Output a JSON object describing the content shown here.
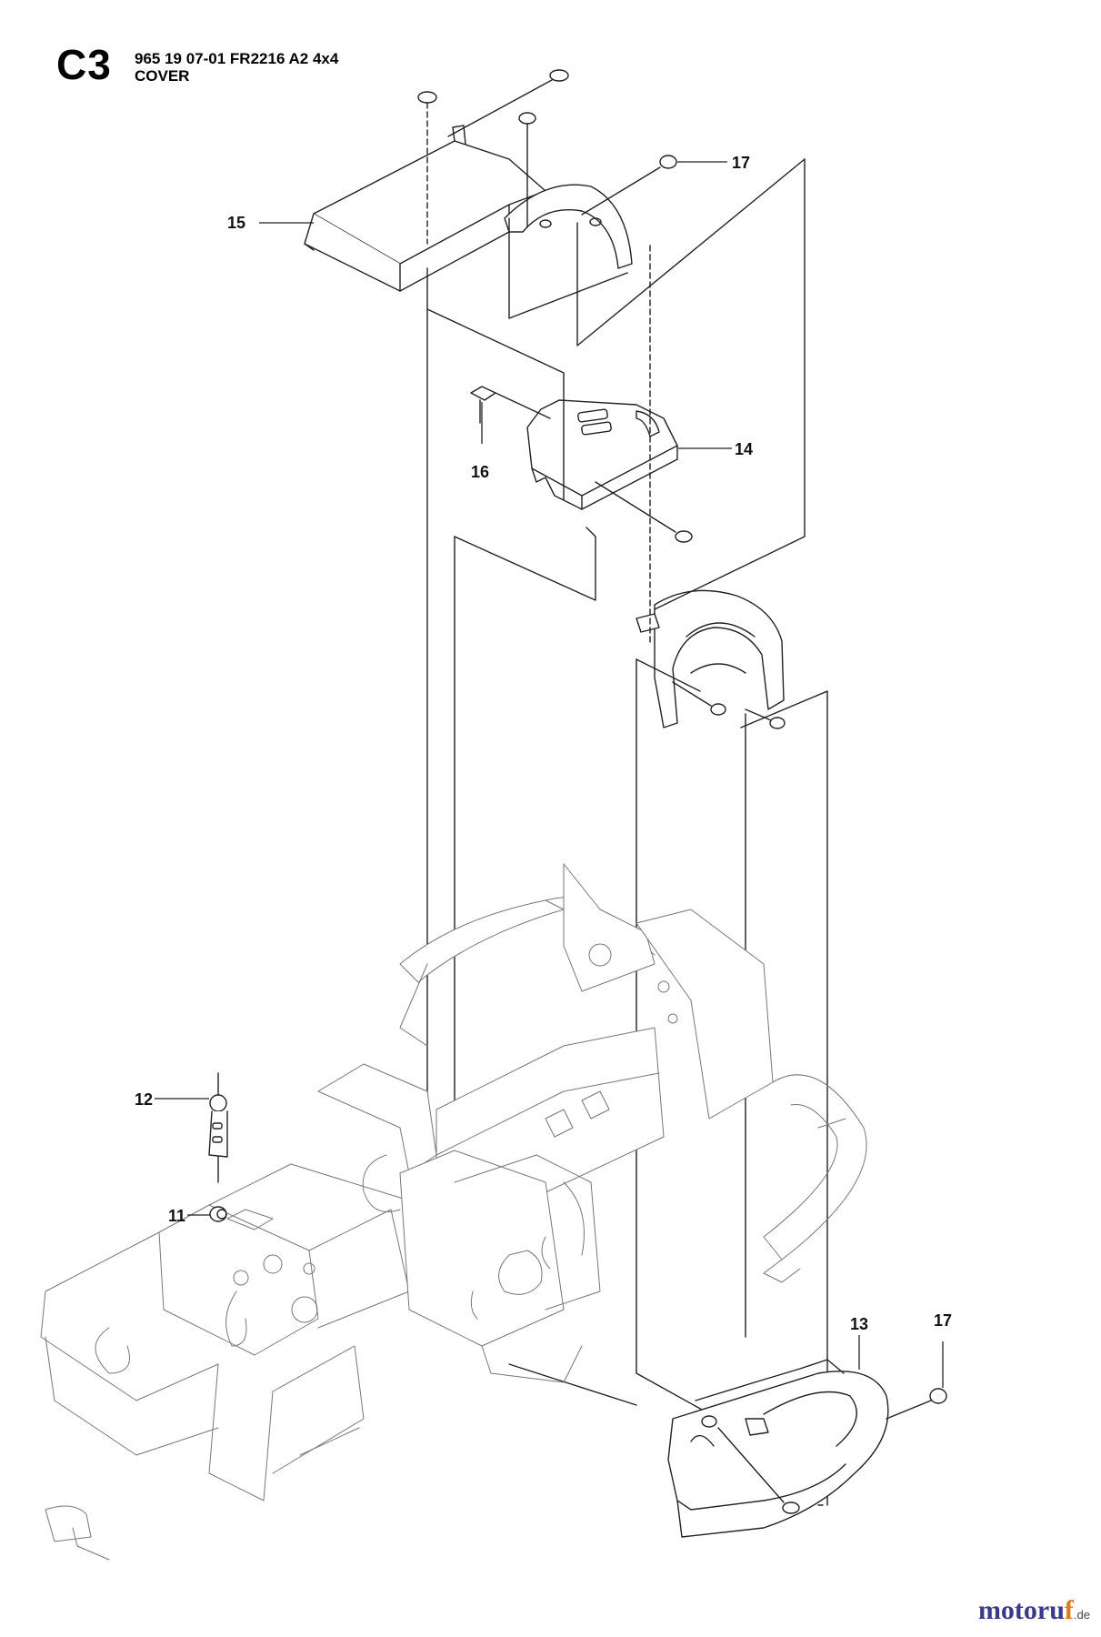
{
  "header": {
    "section_code": "C3",
    "model_line": "965 19 07-01 FR2216 A2 4x4",
    "title": "COVER"
  },
  "callouts": [
    {
      "id": "c11",
      "label": "11"
    },
    {
      "id": "c12",
      "label": "12"
    },
    {
      "id": "c13",
      "label": "13"
    },
    {
      "id": "c14",
      "label": "14"
    },
    {
      "id": "c15",
      "label": "15"
    },
    {
      "id": "c16",
      "label": "16"
    },
    {
      "id": "c17a",
      "label": "17"
    },
    {
      "id": "c17b",
      "label": "17"
    }
  ],
  "watermark": {
    "main": "motoru",
    "accent": "f",
    "suffix": ".de"
  }
}
